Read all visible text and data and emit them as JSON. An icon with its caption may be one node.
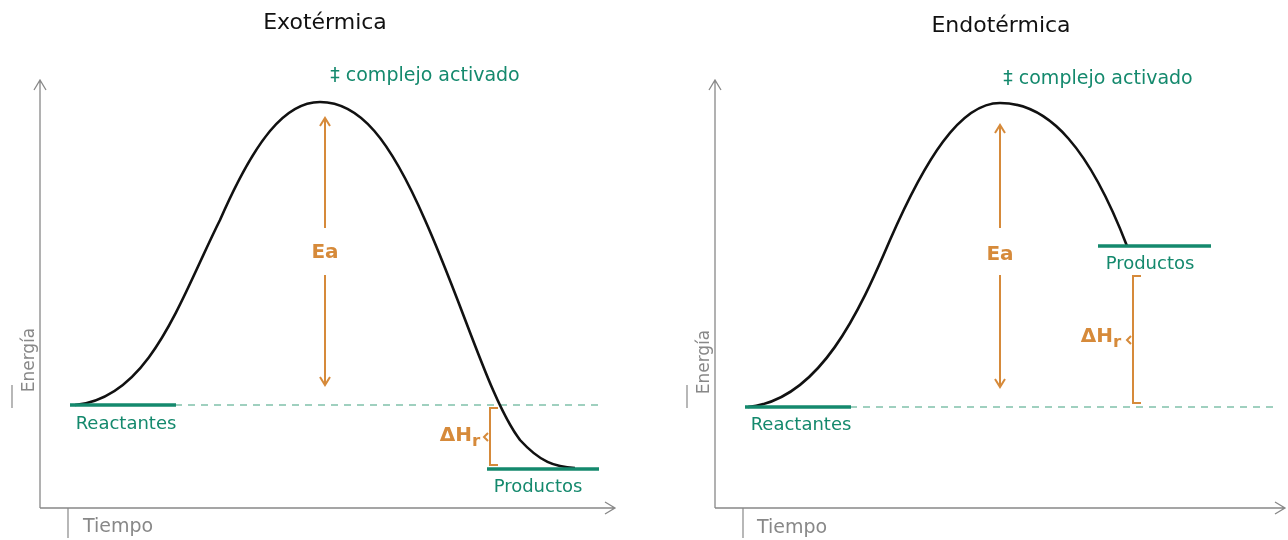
{
  "diagram": {
    "labels": [
      "Exotérmica",
      "‡ complejo activado",
      "Ea",
      "Energía",
      "Reactantes",
      "ΔH$_{r}$",
      "Productos",
      "Tiempo",
      "Endotérmica",
      "‡ complejo activado",
      "Ea",
      "Productos",
      "Energía",
      "ΔH$_{r}$",
      "Reactantes",
      "Tiempo"
    ]
  }
}
